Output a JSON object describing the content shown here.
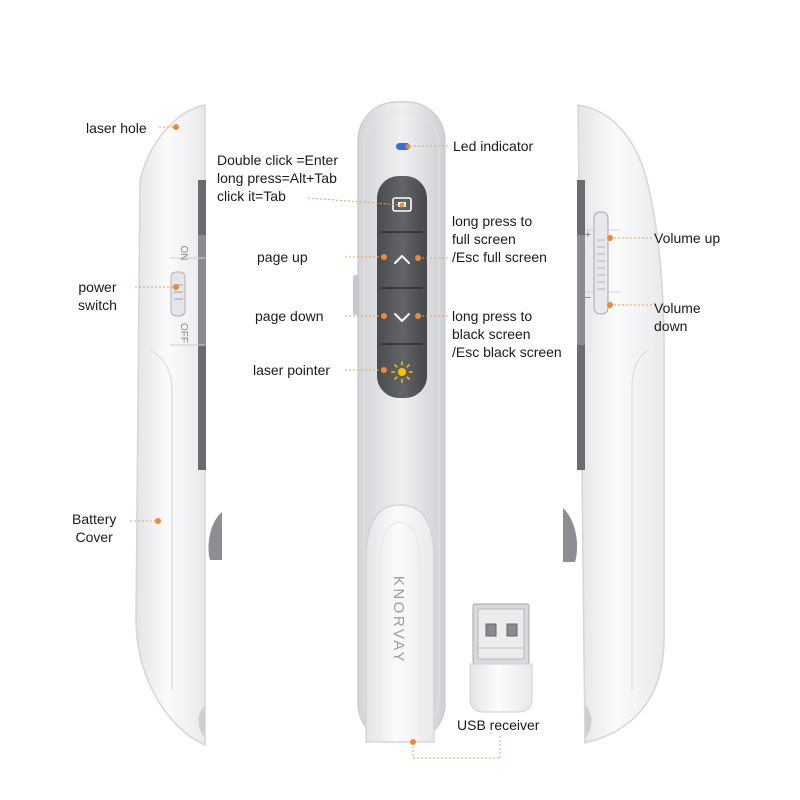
{
  "brand": "KNORVAY",
  "switch_marks": {
    "on": "ON",
    "off": "OFF"
  },
  "volume_marks": {
    "plus": "+",
    "minus": "−"
  },
  "labels": {
    "laser_hole": "laser hole",
    "power_switch": [
      "power",
      "switch"
    ],
    "battery_cover": [
      "Battery",
      "Cover"
    ],
    "double_click": [
      "Double click =Enter",
      "long press=Alt+Tab",
      "click it=Tab"
    ],
    "page_up": "page up",
    "page_down": "page down",
    "laser_pointer": "laser pointer",
    "led_indicator": "Led indicator",
    "full_screen": [
      "long press to",
      "full screen",
      "/Esc full screen"
    ],
    "black_screen": [
      "long press to",
      "black screen",
      "/Esc black screen"
    ],
    "volume_up": "Volume up",
    "volume_down": [
      "Volume",
      "down"
    ],
    "usb_receiver": "USB receiver"
  },
  "colors": {
    "leader_line": "#e8a060",
    "dot": "#f08a30",
    "button_face": "#55575a",
    "led": "#3a6fd8",
    "laser_icon": "#f5c400",
    "body_shell": "#f3f3f5",
    "body_outline": "#d8d8dc"
  },
  "icons": [
    "screen-toggle-icon",
    "chevron-up-icon",
    "chevron-down-icon",
    "laser-sun-icon"
  ]
}
